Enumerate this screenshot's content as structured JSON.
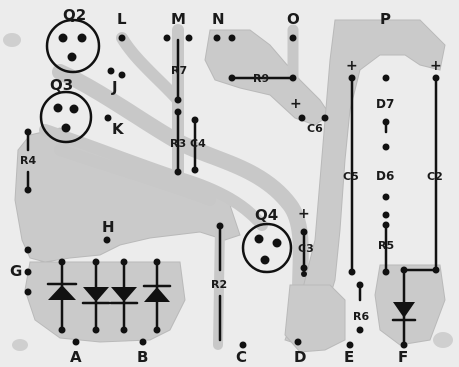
{
  "figure": {
    "terminals": {
      "L": "L",
      "M": "M",
      "N": "N",
      "O": "O",
      "P": "P",
      "J": "J",
      "K": "K",
      "H": "H",
      "G": "G",
      "A": "A",
      "B": "B",
      "C": "C",
      "D": "D",
      "E": "E",
      "F": "F"
    },
    "transistors": {
      "Q2": "Q2",
      "Q3": "Q3",
      "Q4": "Q4"
    },
    "resistors": {
      "R2": "R2",
      "R3": "R3",
      "R4": "R4",
      "R5": "R5",
      "R6": "R6",
      "R7": "R7",
      "R9": "R9"
    },
    "capacitors": {
      "C2": "C2",
      "C3": "C3",
      "C4": "C4",
      "C5": "C5",
      "C6": "C6"
    },
    "diodes": {
      "D6": "D6",
      "D7": "D7"
    },
    "polarity_mark": "+"
  },
  "colors": {
    "board": "#ececec",
    "copper": "#cacaca",
    "ink": "#111111"
  }
}
